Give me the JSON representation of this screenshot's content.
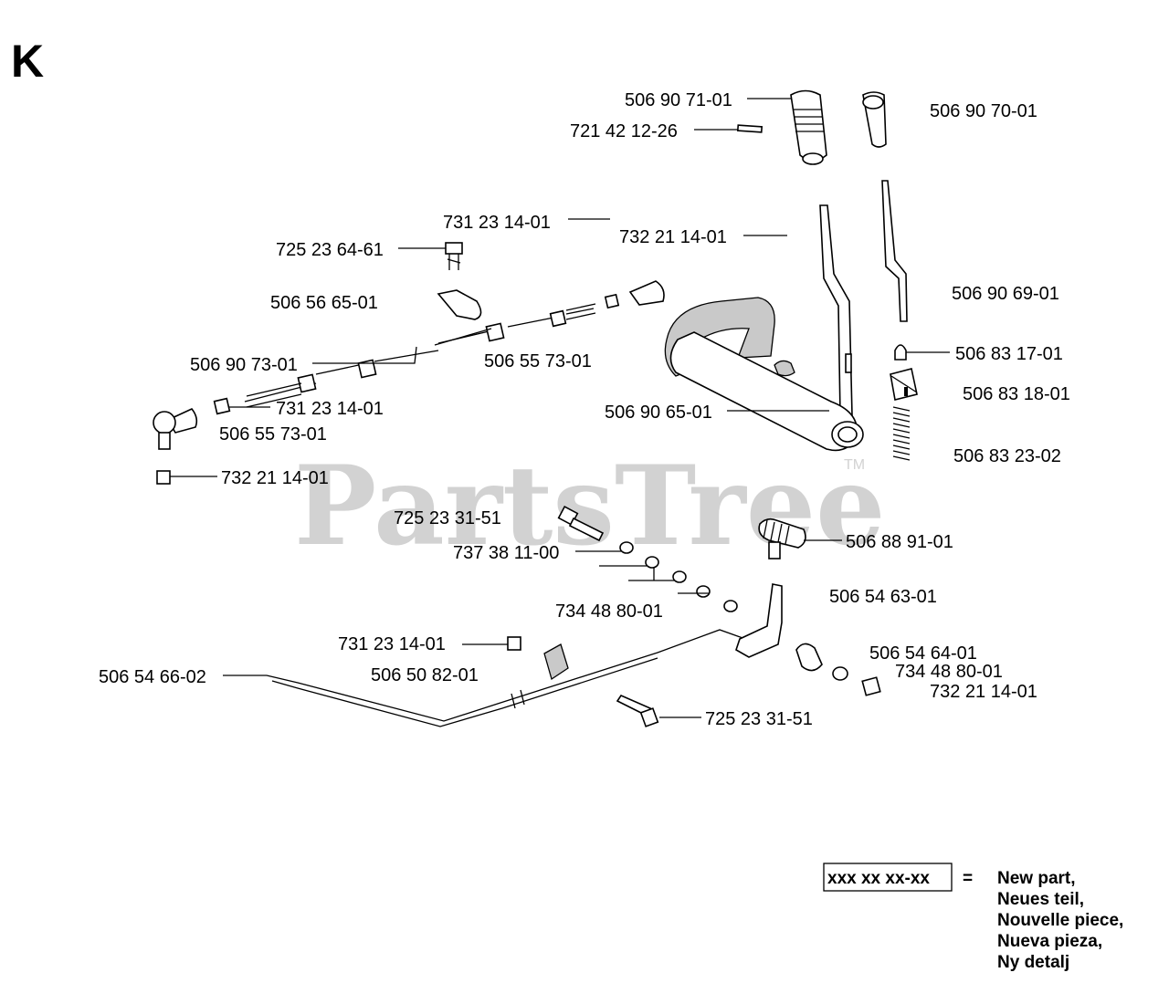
{
  "section_letter": "K",
  "watermark": "PartsTree",
  "watermark_tm": "TM",
  "callouts": [
    "506 90 71-01",
    "721 42 12-26",
    "506 90 70-01",
    "731 23 14-01",
    "732 21 14-01",
    "725 23 64-61",
    "506 56 65-01",
    "506 90 69-01",
    "506 90 73-01",
    "506 55 73-01",
    "506 83 17-01",
    "506 83 18-01",
    "731 23 14-01",
    "506 90 65-01",
    "506 55 73-01",
    "506 83 23-02",
    "732 21 14-01",
    "725 23 31-51",
    "506 88 91-01",
    "737 38 11-00",
    "506 54 63-01",
    "734 48 80-01",
    "731 23 14-01",
    "506 54 64-01",
    "506 54 66-02",
    "506 50 82-01",
    "734 48 80-01",
    "732 21 14-01",
    "725 23 31-51"
  ],
  "legend": {
    "box_text": "xxx xx xx-xx",
    "equals": "=",
    "lines": [
      "New part,",
      "Neues teil,",
      "Nouvelle piece,",
      "Nueva pieza,",
      "Ny detalj"
    ]
  }
}
